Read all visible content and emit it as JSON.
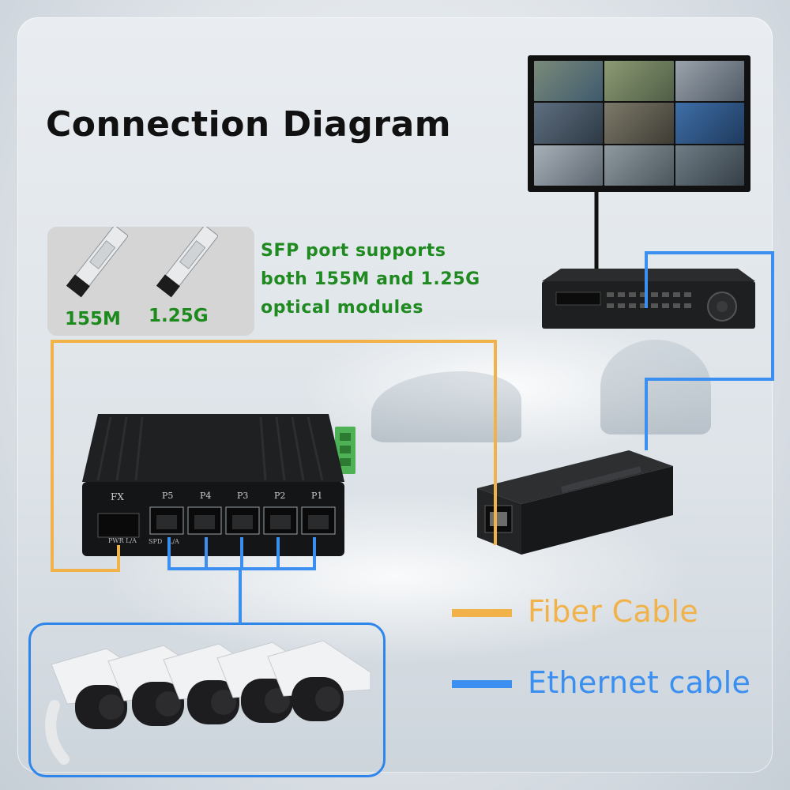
{
  "title": "Connection Diagram",
  "sfp": {
    "modules": [
      {
        "label": "155M"
      },
      {
        "label": "1.25G"
      }
    ],
    "description_lines": [
      "SFP port supports",
      "both 155M and 1.25G",
      "optical modules"
    ]
  },
  "switch": {
    "fiber_port_label": "FX",
    "ports": [
      "P5",
      "P4",
      "P3",
      "P2",
      "P1"
    ],
    "led_labels": [
      "SPD",
      "L/A"
    ],
    "fiber_led_label": "PWR L/A"
  },
  "legend": [
    {
      "label": "Fiber Cable",
      "color": "#f2b24a"
    },
    {
      "label": "Ethernet cable",
      "color": "#3a8ff0"
    }
  ],
  "colors": {
    "fiber": "#f2b24a",
    "ethernet": "#3a8ff0",
    "title": "#111111",
    "sfp_text": "#1c8a1c"
  },
  "icons": [
    "monitor-icon",
    "dvr-icon",
    "media-converter-icon",
    "industrial-switch-icon",
    "bullet-camera-icon",
    "sfp-module-icon"
  ]
}
